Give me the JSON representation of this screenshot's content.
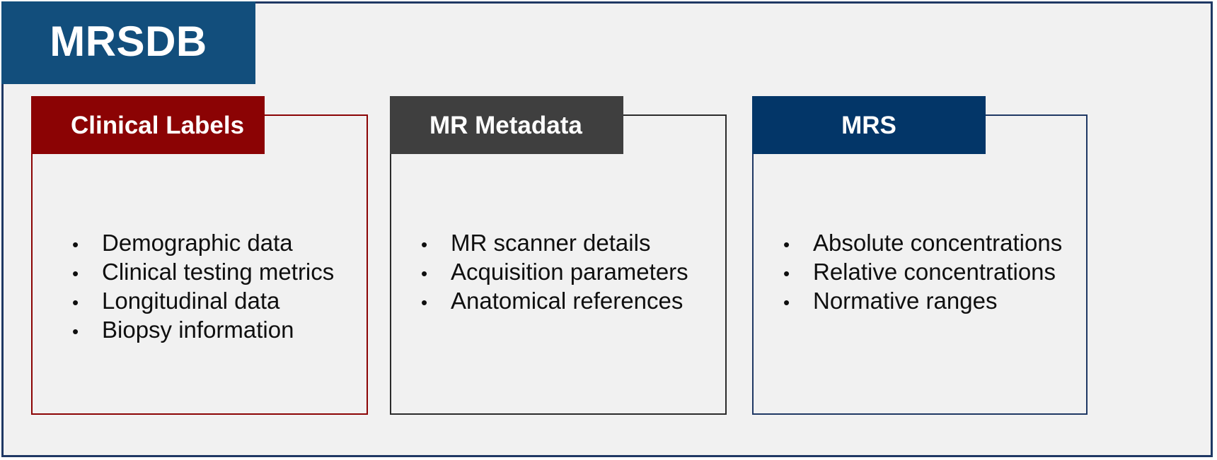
{
  "brand": {
    "name": "MRSDB",
    "banner_color": "#124e7c",
    "text_color": "#ffffff"
  },
  "frame": {
    "background": "#f1f1f1",
    "border_color": "#1f3864"
  },
  "cards": [
    {
      "id": "clinical-labels",
      "title": "Clinical Labels",
      "accent_color": "#8b0304",
      "border_color": "#8b0304",
      "title_align": "left",
      "items": [
        "Demographic data",
        "Clinical testing metrics",
        "Longitudinal data",
        "Biopsy information"
      ]
    },
    {
      "id": "mr-metadata",
      "title": "MR Metadata",
      "accent_color": "#3f3f3f",
      "border_color": "#2b2b2b",
      "title_align": "left",
      "items": [
        "MR scanner details",
        "Acquisition parameters",
        "Anatomical references"
      ]
    },
    {
      "id": "mrs",
      "title": "MRS",
      "accent_color": "#033668",
      "border_color": "#1f3864",
      "title_align": "center",
      "items": [
        "Absolute concentrations",
        "Relative concentrations",
        "Normative ranges"
      ]
    }
  ],
  "bullet_glyph": "•"
}
